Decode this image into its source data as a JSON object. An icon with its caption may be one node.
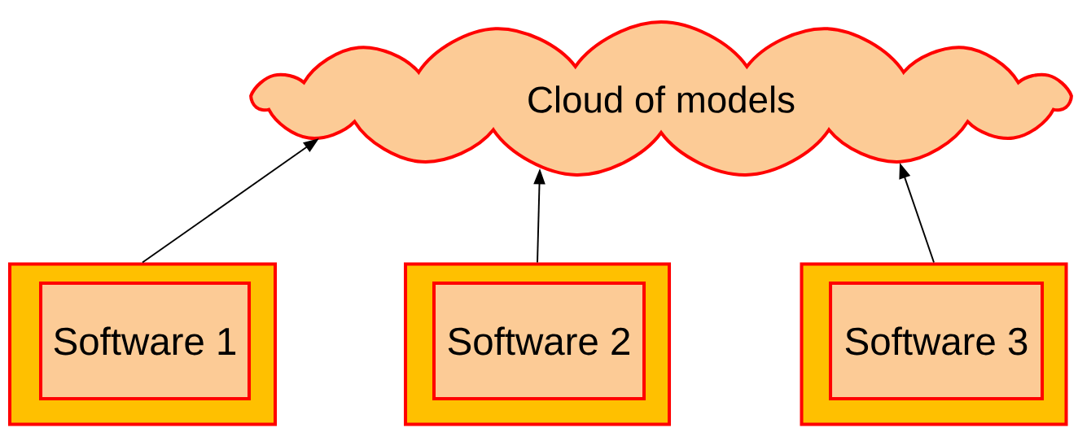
{
  "diagram": {
    "nodes": [
      {
        "text": [
          "Cloud of models"
        ]
      },
      {
        "text": [],
        "shape": "box"
      },
      {
        "text": [
          "Software 1"
        ],
        "in": 1
      },
      {
        "text": [],
        "shape": "box"
      },
      {
        "text": [
          "Software 2"
        ],
        "in": 3
      },
      {
        "text": [],
        "shape": "box"
      },
      {
        "text": [
          "Software 3"
        ],
        "in": 5
      }
    ],
    "edges": [
      {
        "from": 1,
        "to": 0,
        "arrow": "to"
      },
      {
        "from": 3,
        "to": 0,
        "arrow": "to"
      },
      {
        "from": 5,
        "to": 0,
        "arrow": "to"
      }
    ]
  }
}
